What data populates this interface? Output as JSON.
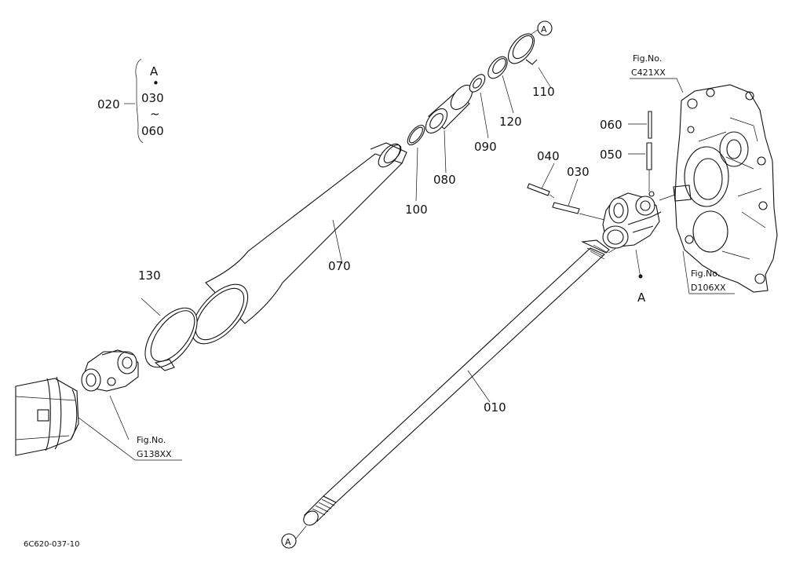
{
  "diagram_code": "6C620-037-10",
  "parts": {
    "p010": "010",
    "p020": "020",
    "p030": "030",
    "p040": "040",
    "p050": "050",
    "p060": "060",
    "p070": "070",
    "p080": "080",
    "p090": "090",
    "p100": "100",
    "p110": "110",
    "p120": "120",
    "p130": "130"
  },
  "group_020": {
    "top": "A",
    "dot": "•",
    "first": "030",
    "tilde": "~",
    "last": "060"
  },
  "markers": {
    "circle_a": "A",
    "point_a": "A"
  },
  "figure_refs": {
    "fig_no": "Fig.No.",
    "c421": "C421XX",
    "d106": "D106XX",
    "g138": "G138XX"
  }
}
